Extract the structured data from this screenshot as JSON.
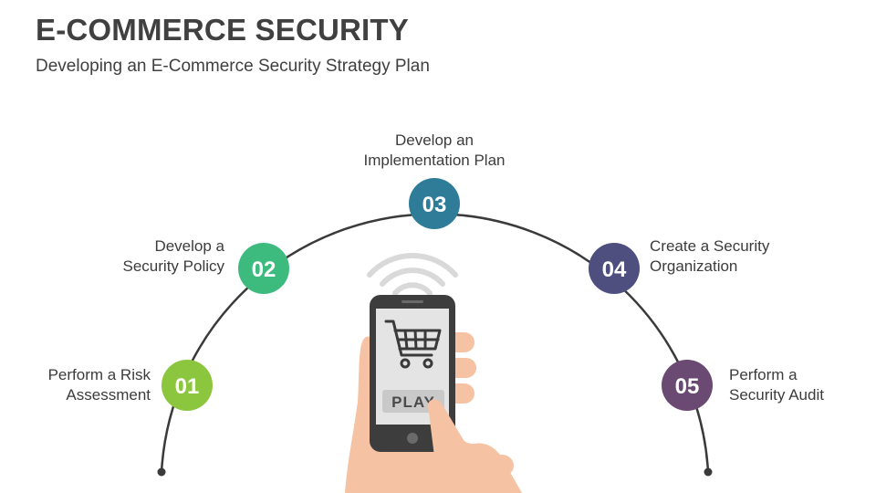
{
  "header": {
    "title": "E-COMMERCE SECURITY",
    "subtitle": "Developing an E-Commerce Security Strategy Plan"
  },
  "steps": [
    {
      "number": "01",
      "line1": "Perform a Risk",
      "line2": "Assessment",
      "color": "#8cc63f"
    },
    {
      "number": "02",
      "line1": "Develop a",
      "line2": "Security Policy",
      "color": "#3dbb7e"
    },
    {
      "number": "03",
      "line1": "Develop an",
      "line2": "Implementation Plan",
      "color": "#2e7c98"
    },
    {
      "number": "04",
      "line1": "Create a Security",
      "line2": "Organization",
      "color": "#4e4f7f"
    },
    {
      "number": "05",
      "line1": "Perform a",
      "line2": "Security Audit",
      "color": "#6a4a72"
    }
  ],
  "phone": {
    "button_label": "PLAY",
    "icons": [
      "wifi-icon",
      "shopping-cart-icon"
    ]
  },
  "colors": {
    "arc": "#3a3a3a",
    "skin": "#f5c3a4",
    "phone_body": "#3d3d3d",
    "phone_screen": "#e4e4e4",
    "wifi": "#d9d9d9"
  }
}
